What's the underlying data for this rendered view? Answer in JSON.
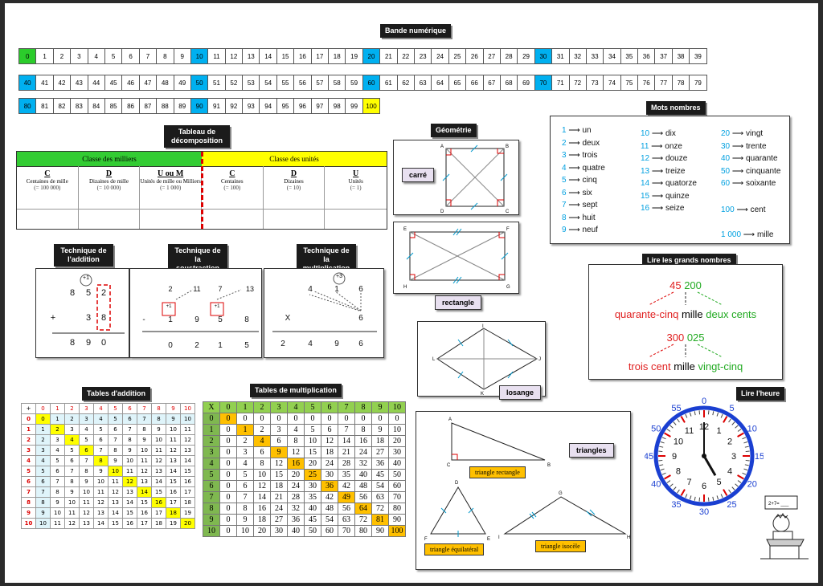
{
  "titles": {
    "band": "Bande numérique",
    "decomp": "Tableau de décomposition",
    "geo": "Géométrie",
    "mots": "Mots nombres",
    "addition": "Technique de l'addition",
    "soustraction": "Technique de la soustraction",
    "multiplication": "Technique de la multiplication",
    "grands": "Lire les grands nombres",
    "tab_add": "Tables d'addition",
    "tab_mul": "Tables de multiplication",
    "heure": "Lire l'heure"
  },
  "band": {
    "start": 0,
    "end": 100,
    "colors": {
      "zero": "#2bcc2b",
      "tens": "#00b0f0",
      "hundred": "#ffff00"
    }
  },
  "decomp": {
    "milliers_header": "Classe des milliers",
    "unites_header": "Classe des unités",
    "milliers_color": "#33cc33",
    "unites_color": "#ffff00",
    "cols": [
      {
        "letter": "C",
        "name": "Centaines de mille",
        "value": "(= 100 000)"
      },
      {
        "letter": "D",
        "name": "Dizaines de mille",
        "value": "(= 10 000)"
      },
      {
        "letter": "U ou M",
        "name": "Unités de mille ou Milliers",
        "value": "(= 1 000)"
      },
      {
        "letter": "C",
        "name": "Centaines",
        "value": "(= 100)"
      },
      {
        "letter": "D",
        "name": "Dizaines",
        "value": "(= 10)"
      },
      {
        "letter": "U",
        "name": "Unités",
        "value": "(= 1)"
      }
    ]
  },
  "geo": {
    "carre": "carré",
    "rectangle": "rectangle",
    "losange": "losange",
    "triangles": "triangles",
    "tri_rect": "triangle rectangle",
    "tri_equi": "triangle équilatéral",
    "tri_iso": "triangle isocèle"
  },
  "mots": {
    "col1": [
      [
        "1",
        "un"
      ],
      [
        "2",
        "deux"
      ],
      [
        "3",
        "trois"
      ],
      [
        "4",
        "quatre"
      ],
      [
        "5",
        "cinq"
      ],
      [
        "6",
        "six"
      ],
      [
        "7",
        "sept"
      ],
      [
        "8",
        "huit"
      ],
      [
        "9",
        "neuf"
      ]
    ],
    "col2": [
      [
        "10",
        "dix"
      ],
      [
        "11",
        "onze"
      ],
      [
        "12",
        "douze"
      ],
      [
        "13",
        "treize"
      ],
      [
        "14",
        "quatorze"
      ],
      [
        "15",
        "quinze"
      ],
      [
        "16",
        "seize"
      ]
    ],
    "col3": [
      [
        "20",
        "vingt"
      ],
      [
        "30",
        "trente"
      ],
      [
        "40",
        "quarante"
      ],
      [
        "50",
        "cinquante"
      ],
      [
        "60",
        "soixante"
      ]
    ],
    "extra": [
      [
        "100",
        "cent"
      ],
      [
        "1 000",
        "mille"
      ]
    ]
  },
  "addition": {
    "carry": "+1",
    "row1": [
      "8",
      "5",
      "2"
    ],
    "row2": [
      "+",
      "3",
      "8"
    ],
    "result": [
      "8",
      "9",
      "0"
    ]
  },
  "soustraction": {
    "row1": [
      "2",
      "11",
      "7",
      "13"
    ],
    "carries": [
      "+1",
      "+1"
    ],
    "row2": [
      "-",
      "1",
      "9",
      "5",
      "8"
    ],
    "result": [
      "0",
      "2",
      "1",
      "5"
    ]
  },
  "multiplication": {
    "carry": "+3",
    "row1": [
      "4",
      "1",
      "6"
    ],
    "row2": [
      "X",
      "6"
    ],
    "result": [
      "2",
      "4",
      "9",
      "6"
    ]
  },
  "grands": {
    "ex1": {
      "num_red": "45",
      "num_green": "200",
      "w_red": "quarante-cinq",
      "w_mid": "mille",
      "w_green": "deux cents"
    },
    "ex2": {
      "num_red": "300",
      "num_green": "025",
      "w_red": "trois cent",
      "w_mid": "mille",
      "w_green": "vingt-cinq"
    }
  },
  "clock": {
    "minutes": [
      "0",
      "5",
      "10",
      "15",
      "20",
      "25",
      "30",
      "35",
      "40",
      "45",
      "50",
      "55"
    ],
    "hours": [
      "12",
      "1",
      "2",
      "3",
      "4",
      "5",
      "6",
      "7",
      "8",
      "9",
      "10",
      "11"
    ],
    "time_hour": 5,
    "time_minute": 0
  },
  "tab_mul_highlight": "#ffc000",
  "tab_add_highlight": "#ffff00",
  "cartoon_text": "2+7= ___"
}
